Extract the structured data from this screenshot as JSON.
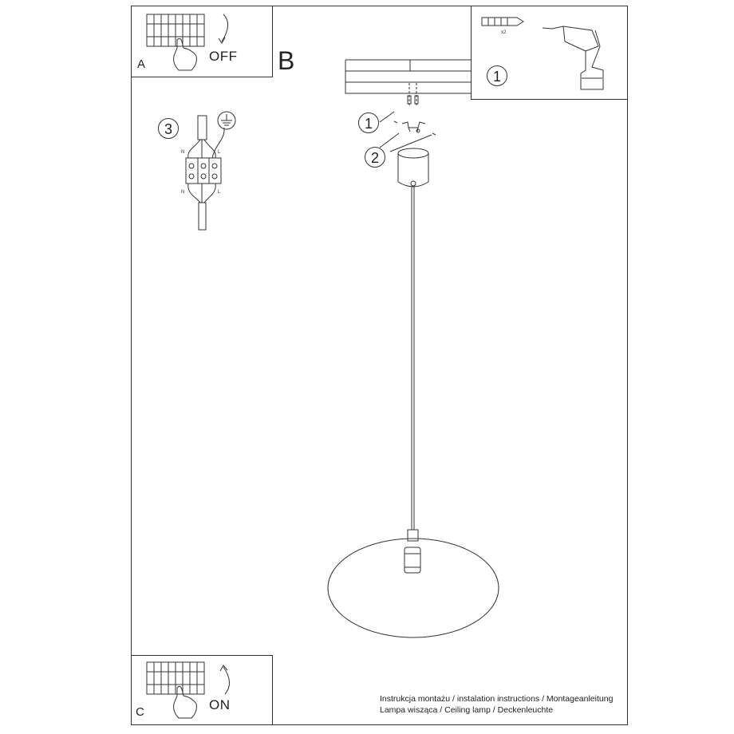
{
  "panels": {
    "a": {
      "letter": "A",
      "switch_label": "OFF"
    },
    "b": {
      "letter": "B"
    },
    "c": {
      "letter": "C",
      "switch_label": "ON"
    }
  },
  "callouts": {
    "drill_step": "1",
    "mount_screws": "1",
    "mount_bracket": "2",
    "wiring": "3"
  },
  "tools": {
    "anchor_quantity": "x2"
  },
  "wiring": {
    "neutral_top": "N",
    "live_top": "L",
    "neutral_bottom": "N",
    "live_bottom": "L"
  },
  "footer": {
    "line1": "Instrukcja montażu / instalation instructions / Montageanleitung",
    "line2": "Lampa wisząca / Ceiling lamp / Deckenleuchte"
  }
}
